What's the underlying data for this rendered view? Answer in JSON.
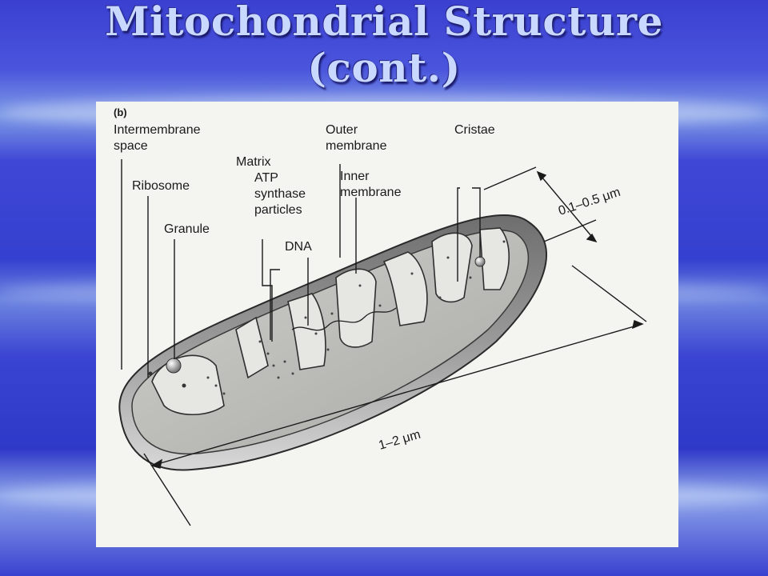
{
  "slide": {
    "title_line1": "Mitochondrial Structure",
    "title_line2": "(cont.)"
  },
  "figure": {
    "panel_tag": "(b)",
    "labels": {
      "intermembrane_1": "Intermembrane",
      "intermembrane_2": "space",
      "ribosome": "Ribosome",
      "granule": "Granule",
      "matrix": "Matrix",
      "atp_1": "ATP",
      "atp_2": "synthase",
      "atp_3": "particles",
      "dna": "DNA",
      "outer_1": "Outer",
      "outer_2": "membrane",
      "inner_1": "Inner",
      "inner_2": "membrane",
      "cristae": "Cristae",
      "width_dim": "0.1–0.5 μm",
      "length_dim": "1–2 μm"
    }
  }
}
